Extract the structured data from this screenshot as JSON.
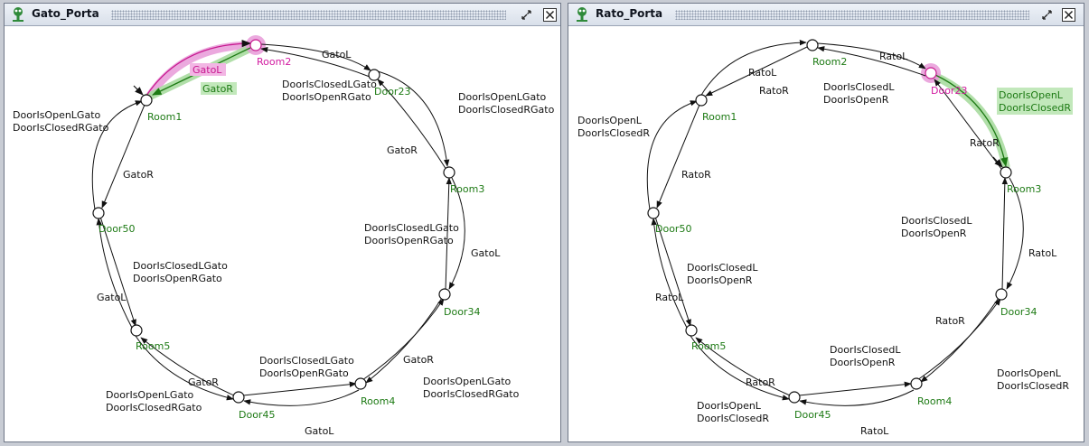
{
  "windows": [
    {
      "title": "Gato_Porta",
      "states": {
        "room1": "Room1",
        "room2": "Room2",
        "door23": "Door23",
        "room3": "Room3",
        "door34": "Door34",
        "room4": "Room4",
        "door45": "Door45",
        "room5": "Room5",
        "door50": "Door50"
      },
      "labels": {
        "room1_room2": "GatoL",
        "room2_room1": "GatoR",
        "room2_door23": "GatoL",
        "door23_room2_a": "DoorIsClosedLGato",
        "door23_room2_b": "DoorIsOpenRGato",
        "door23_room3_a": "DoorIsOpenLGato",
        "door23_room3_b": "DoorIsClosedRGato",
        "room3_door23": "GatoR",
        "room3_door34": "GatoL",
        "door34_room3_a": "DoorIsClosedLGato",
        "door34_room3_b": "DoorIsOpenRGato",
        "door34_room4": "GatoR",
        "room4_door34_a": "DoorIsOpenLGato",
        "room4_door34_b": "DoorIsClosedRGato",
        "room4_door45_a": "DoorIsClosedLGato",
        "room4_door45_b": "DoorIsOpenRGato",
        "door45_room4": "GatoL",
        "door45_room5": "GatoR",
        "room5_door45_a": "DoorIsOpenLGato",
        "room5_door45_b": "DoorIsClosedRGato",
        "room5_door50": "GatoL",
        "door50_room5_a": "DoorIsClosedLGato",
        "door50_room5_b": "DoorIsOpenRGato",
        "room1_door50": "GatoR",
        "door50_room1_a": "DoorIsOpenLGato",
        "door50_room1_b": "DoorIsClosedRGato"
      }
    },
    {
      "title": "Rato_Porta",
      "states": {
        "room1": "Room1",
        "room2": "Room2",
        "door23": "Door23",
        "room3": "Room3",
        "door34": "Door34",
        "room4": "Room4",
        "door45": "Door45",
        "room5": "Room5",
        "door50": "Door50"
      },
      "labels": {
        "room2_room1": "RatoL",
        "room1_room2": "RatoR",
        "room2_door23": "RatoL",
        "door23_room2_a": "DoorIsClosedL",
        "door23_room2_b": "DoorIsOpenR",
        "door23_room3_a": "DoorIsOpenL",
        "door23_room3_b": "DoorIsClosedR",
        "room3_door23": "RatoR",
        "room3_door34": "RatoL",
        "door34_room3_a": "DoorIsClosedL",
        "door34_room3_b": "DoorIsOpenR",
        "door34_room4": "RatoR",
        "room4_door34_a": "DoorIsOpenL",
        "room4_door34_b": "DoorIsClosedR",
        "room4_door45_a": "DoorIsClosedL",
        "room4_door45_b": "DoorIsOpenR",
        "door45_room4": "RatoL",
        "door45_room5": "RatoR",
        "room5_door45_a": "DoorIsOpenL",
        "room5_door45_b": "DoorIsClosedR",
        "room5_door50": "RatoL",
        "door50_room5_a": "DoorIsClosedL",
        "door50_room5_b": "DoorIsOpenR",
        "room1_door50": "RatoR",
        "door50_room1_a": "DoorIsOpenL",
        "door50_room1_b": "DoorIsClosedR"
      }
    }
  ],
  "colors": {
    "state_name": "#1d7a14",
    "highlight_state": "#d11aa0",
    "highlight_magenta": "#e89ad8",
    "highlight_green": "#a9dca0",
    "edge": "#111111"
  }
}
